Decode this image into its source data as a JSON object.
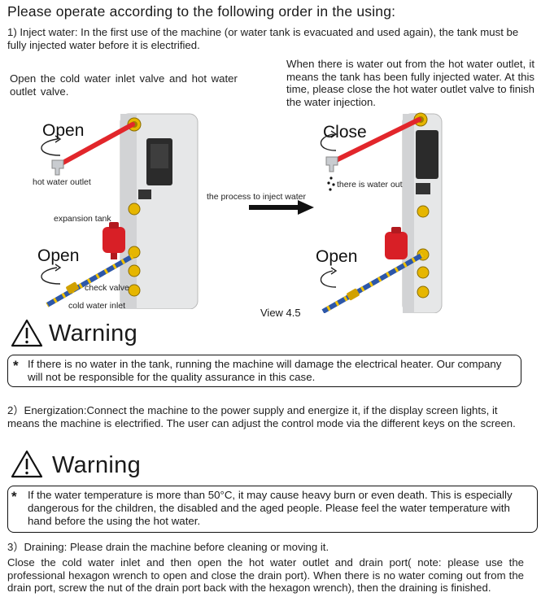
{
  "title": "Please operate according to the following order in the using:",
  "step1": {
    "text": "1) Inject water: In the first use of the machine (or water tank is evacuated and used again), the tank must be fully injected water before it is electrified.",
    "left_instruction": "Open the cold water inlet valve and hot water outlet valve.",
    "right_instruction": "When there is water out from the hot water outlet, it means the tank has been fully injected water. At this time, please close the hot water outlet valve to finish the water injection."
  },
  "figure": {
    "left": {
      "open_top": "Open",
      "hot_water_outlet": "hot water outlet",
      "expansion_tank": "expansion tank",
      "open_bottom": "Open",
      "check_valve": "check valve",
      "cold_water_inlet": "cold water inlet"
    },
    "arrow_label": "the process to inject water",
    "right": {
      "close_top": "Close",
      "water_out": "there is water out",
      "open_bottom": "Open"
    },
    "view_label": "View 4.5"
  },
  "warning1": {
    "title": "Warning",
    "star": "*",
    "text": "If there is no water in the tank, running the machine will damage the electrical heater. Our company will not be responsible for the quality assurance in this case."
  },
  "step2": {
    "text": "2）Energization:Connect the machine to the power supply and energize it, if the display screen lights, it means the machine is electrified. The user can adjust the control mode via the different keys on the screen."
  },
  "warning2": {
    "title": "Warning",
    "star": "*",
    "text": "If the water temperature is more than 50°C, it may cause heavy burn or even death. This is especially dangerous for the children, the disabled and the aged people. Please feel the water temperature with hand before the using the hot water."
  },
  "step3": {
    "line1": "3）Draining: Please drain the machine before cleaning or moving it.",
    "text": "Close the cold water inlet and then open the hot water outlet and drain port( note: please use the professional hexagon wrench to open and close the drain port). When there is no water coming out from the drain port, screw the nut of the drain port back with the hexagon wrench), then the draining is finished."
  },
  "colors": {
    "hot_pipe": "#e2262b",
    "cold_pipe": "#2d57a8",
    "tank_red": "#d81f26",
    "fitting_yellow": "#e6b600",
    "heater_body": "#e8e9ea"
  }
}
